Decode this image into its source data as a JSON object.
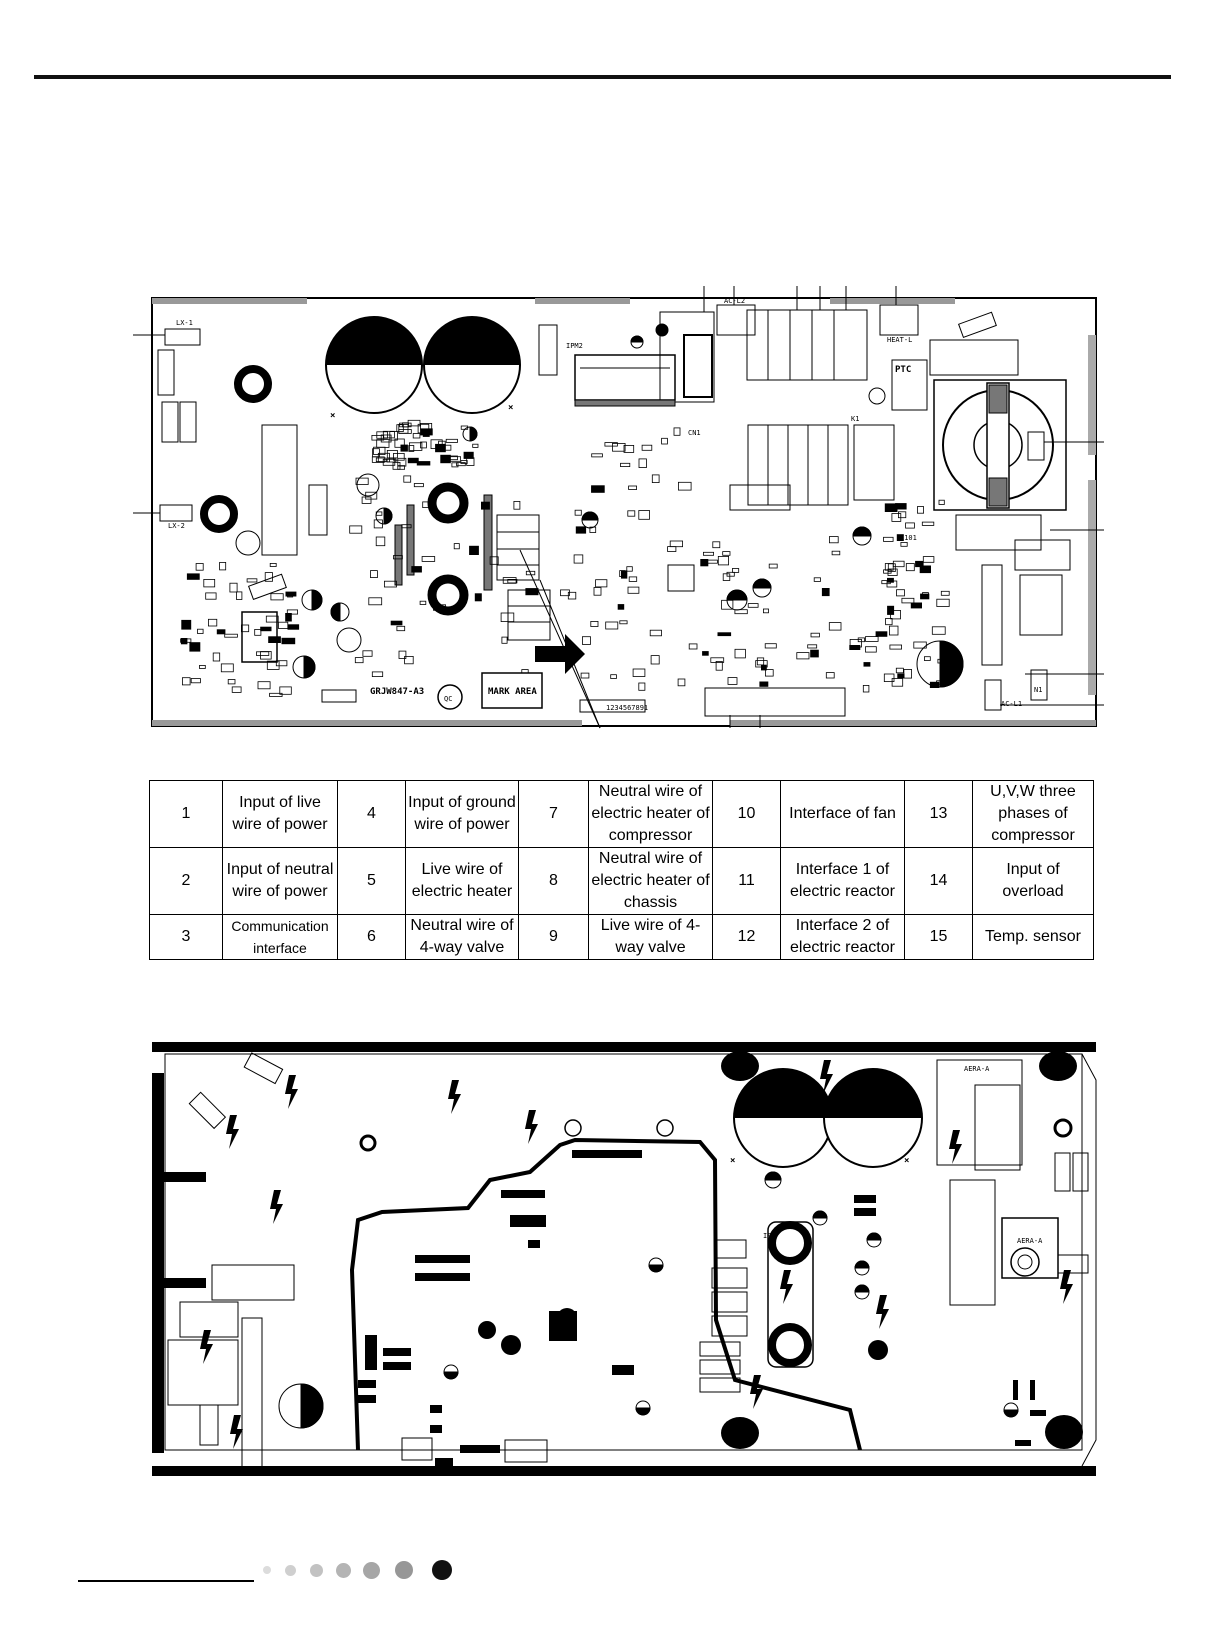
{
  "board_top": {
    "labels": {
      "lx1": "LX-1",
      "lx2": "LX-2",
      "ipm2": "IPM2",
      "model": "GRJW847-A3",
      "qc": "QC",
      "mark_area": "MARK AREA",
      "acl1": "AC-L1",
      "acl2": "AC-L2",
      "heatl": "HEAT-L",
      "ptc": "PTC",
      "n1": "N1",
      "c101": "C101",
      "k1": "K1",
      "cn1": "CN1",
      "pins": "1234567891"
    }
  },
  "legend": {
    "rows": [
      [
        {
          "n": "1",
          "d": "Input of live wire of power"
        },
        {
          "n": "4",
          "d": "Input of ground wire of power"
        },
        {
          "n": "7",
          "d": "Neutral wire of electric heater of compressor"
        },
        {
          "n": "10",
          "d": "Interface of fan"
        },
        {
          "n": "13",
          "d": "U,V,W three phases of compressor"
        }
      ],
      [
        {
          "n": "2",
          "d": "Input of neutral wire of power"
        },
        {
          "n": "5",
          "d": "Live wire of electric heater"
        },
        {
          "n": "8",
          "d": "Neutral wire of electric heater of chassis"
        },
        {
          "n": "11",
          "d": "Interface 1 of electric reactor"
        },
        {
          "n": "14",
          "d": "Input of overload"
        }
      ],
      [
        {
          "n": "3",
          "d": "Communication interface"
        },
        {
          "n": "6",
          "d": "Neutral wire of 4-way valve"
        },
        {
          "n": "9",
          "d": "Live wire of 4-way valve"
        },
        {
          "n": "12",
          "d": "Interface 2 of electric reactor"
        },
        {
          "n": "15",
          "d": "Temp. sensor"
        }
      ]
    ]
  },
  "board_bottom": {
    "labels": {
      "aera_a_top": "AERA-A",
      "aera_a_mid": "AERA-A",
      "ipm": "IPM"
    }
  },
  "pagination": {
    "dots": [
      {
        "size": 8,
        "color": "#dcdcdc"
      },
      {
        "size": 11,
        "color": "#cfcfcf"
      },
      {
        "size": 13,
        "color": "#c2c2c2"
      },
      {
        "size": 15,
        "color": "#b4b4b4"
      },
      {
        "size": 17,
        "color": "#a6a6a6"
      },
      {
        "size": 18,
        "color": "#979797"
      },
      {
        "size": 20,
        "color": "#111111"
      }
    ]
  }
}
